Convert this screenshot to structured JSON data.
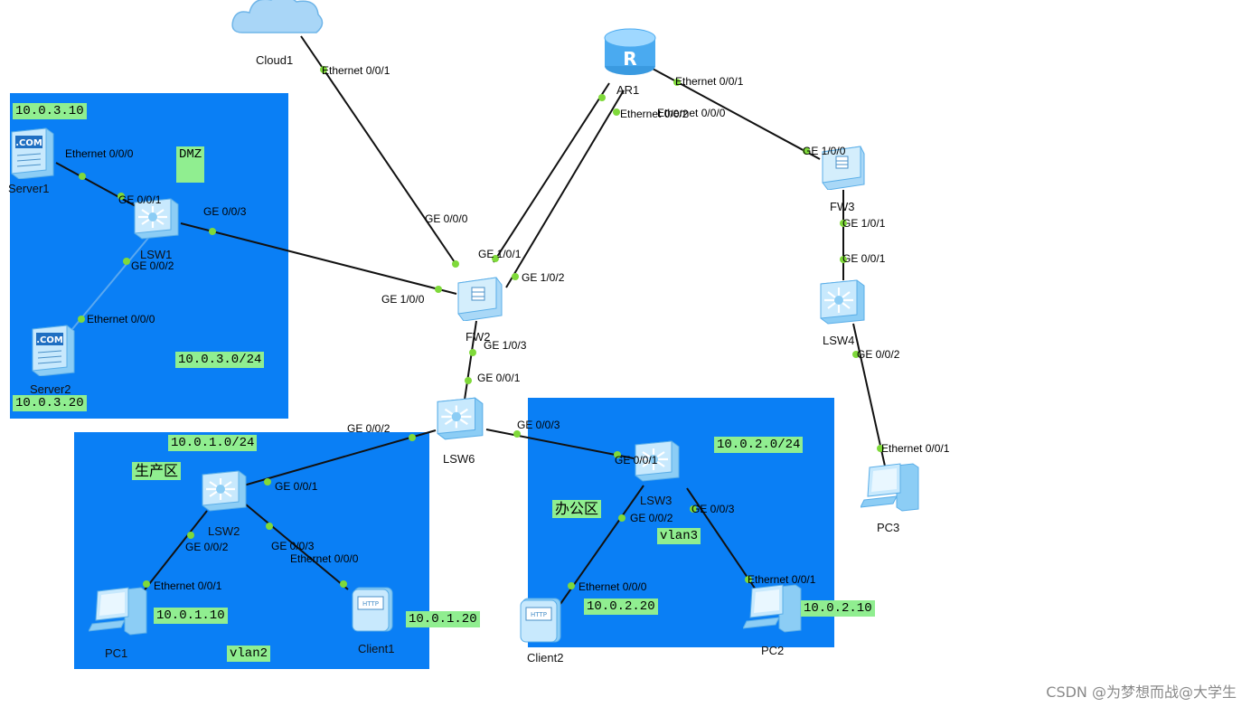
{
  "zones": {
    "dmz": {
      "title": "DMZ",
      "subnet": "10.0.3.0/24"
    },
    "prod": {
      "title": "生产区",
      "subnet": "10.0.1.0/24",
      "vlan": "vlan2"
    },
    "office": {
      "title": "办公区",
      "subnet": "10.0.2.0/24",
      "vlan": "vlan3"
    }
  },
  "devices": {
    "cloud1": {
      "label": "Cloud1",
      "icon": "cloud-icon"
    },
    "ar1": {
      "label": "AR1",
      "icon": "router-icon"
    },
    "fw2": {
      "label": "FW2",
      "icon": "firewall-icon"
    },
    "fw3": {
      "label": "FW3",
      "icon": "firewall-icon"
    },
    "lsw1": {
      "label": "LSW1",
      "icon": "switch-icon"
    },
    "lsw2": {
      "label": "LSW2",
      "icon": "switch-icon"
    },
    "lsw3": {
      "label": "LSW3",
      "icon": "switch-icon"
    },
    "lsw4": {
      "label": "LSW4",
      "icon": "switch-icon"
    },
    "lsw6": {
      "label": "LSW6",
      "icon": "switch-icon"
    },
    "server1": {
      "label": "Server1",
      "icon": "server-icon",
      "ip": "10.0.3.10"
    },
    "server2": {
      "label": "Server2",
      "icon": "server-icon",
      "ip": "10.0.3.20"
    },
    "pc1": {
      "label": "PC1",
      "icon": "pc-icon",
      "ip": "10.0.1.10"
    },
    "pc2": {
      "label": "PC2",
      "icon": "pc-icon",
      "ip": "10.0.2.10"
    },
    "pc3": {
      "label": "PC3",
      "icon": "pc-icon"
    },
    "client1": {
      "label": "Client1",
      "icon": "http-client-icon",
      "ip": "10.0.1.20"
    },
    "client2": {
      "label": "Client2",
      "icon": "http-client-icon",
      "ip": "10.0.2.20"
    }
  },
  "ports": {
    "cloud1_e001": "Ethernet 0/0/1",
    "ar1_e001": "Ethernet 0/0/1",
    "ar1_e002": "Ethernet 0/0/2",
    "ar1_e000": "Ethernet 0/0/0",
    "fw2_ge000": "GE 0/0/0",
    "fw2_ge101": "GE 1/0/1",
    "fw2_ge102": "GE 1/0/2",
    "fw2_ge100": "GE 1/0/0",
    "fw2_ge103": "GE 1/0/3",
    "fw3_ge100": "GE 1/0/0",
    "fw3_ge101": "GE 1/0/1",
    "lsw4_ge001": "GE 0/0/1",
    "lsw4_ge002": "GE 0/0/2",
    "pc3_e001": "Ethernet 0/0/1",
    "server1_e000": "Ethernet 0/0/0",
    "lsw1_ge001": "GE 0/0/1",
    "lsw1_ge003": "GE 0/0/3",
    "lsw1_ge002": "GE 0/0/2",
    "server2_e000": "Ethernet 0/0/0",
    "lsw6_ge001": "GE 0/0/1",
    "lsw6_ge002": "GE 0/0/2",
    "lsw6_ge003": "GE 0/0/3",
    "lsw2_ge001": "GE 0/0/1",
    "lsw2_ge002": "GE 0/0/2",
    "lsw2_ge003": "GE 0/0/3",
    "pc1_e001": "Ethernet 0/0/1",
    "client1_e000": "Ethernet 0/0/0",
    "lsw3_ge001": "GE 0/0/1",
    "lsw3_ge002": "GE 0/0/2",
    "lsw3_ge003": "GE 0/0/3",
    "client2_e000": "Ethernet 0/0/0",
    "pc2_e001": "Ethernet 0/0/1"
  },
  "colors": {
    "zone": "#0a7ff5",
    "tag": "#90ee90",
    "link": "#111111",
    "port_dot": "#7fd93a"
  },
  "watermark": "CSDN @为梦想而战@大学生"
}
